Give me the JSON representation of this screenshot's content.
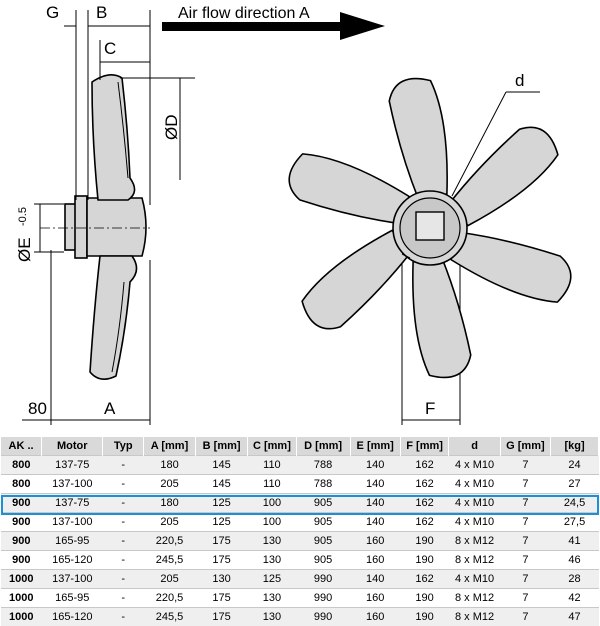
{
  "drawing": {
    "dim_g": "G",
    "dim_b": "B",
    "dim_c": "C",
    "dim_d": "ØD",
    "dim_e": "ØE",
    "dim_e_tol": "-0.5",
    "dim_80": "80",
    "dim_a": "A",
    "dim_f": "F",
    "hub_d": "d",
    "airflow_label": "Air flow direction A"
  },
  "table": {
    "headers": [
      "AK ..",
      "Motor",
      "Typ",
      "A [mm]",
      "B [mm]",
      "C [mm]",
      "D [mm]",
      "E [mm]",
      "F [mm]",
      "d",
      "G [mm]",
      "[kg]"
    ],
    "rows": [
      [
        "800",
        "137-75",
        "-",
        "180",
        "145",
        "110",
        "788",
        "140",
        "162",
        "4 x M10",
        "7",
        "24"
      ],
      [
        "800",
        "137-100",
        "-",
        "205",
        "145",
        "110",
        "788",
        "140",
        "162",
        "4 x M10",
        "7",
        "27"
      ],
      [
        "900",
        "137-75",
        "-",
        "180",
        "125",
        "100",
        "905",
        "140",
        "162",
        "4 x M10",
        "7",
        "24,5"
      ],
      [
        "900",
        "137-100",
        "-",
        "205",
        "125",
        "100",
        "905",
        "140",
        "162",
        "4 x M10",
        "7",
        "27,5"
      ],
      [
        "900",
        "165-95",
        "-",
        "220,5",
        "175",
        "130",
        "905",
        "160",
        "190",
        "8 x M12",
        "7",
        "41"
      ],
      [
        "900",
        "165-120",
        "-",
        "245,5",
        "175",
        "130",
        "905",
        "160",
        "190",
        "8 x M12",
        "7",
        "46"
      ],
      [
        "1000",
        "137-100",
        "-",
        "205",
        "130",
        "125",
        "990",
        "140",
        "162",
        "4 x M10",
        "7",
        "28"
      ],
      [
        "1000",
        "165-95",
        "-",
        "220,5",
        "175",
        "130",
        "990",
        "160",
        "190",
        "8 x M12",
        "7",
        "42"
      ],
      [
        "1000",
        "165-120",
        "-",
        "245,5",
        "175",
        "130",
        "990",
        "160",
        "190",
        "8 x M12",
        "7",
        "47"
      ]
    ],
    "highlighted_row": 2,
    "highlight_color": "#1f8fd3"
  }
}
